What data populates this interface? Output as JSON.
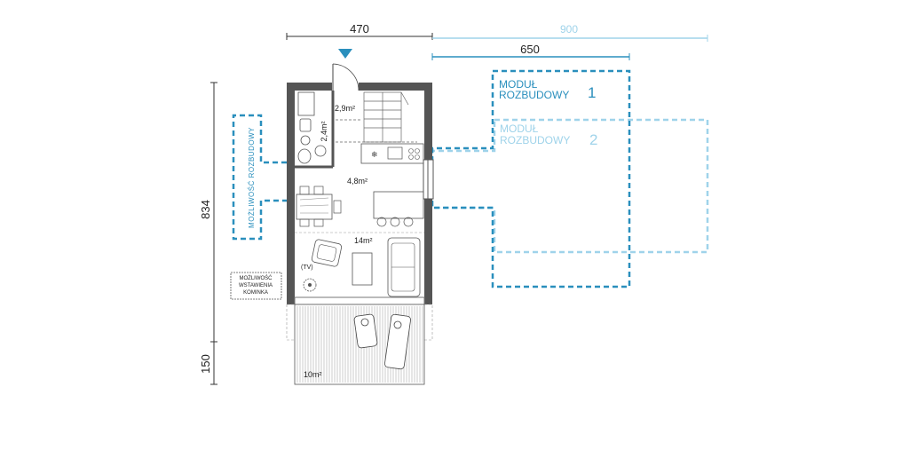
{
  "dimensions": {
    "width_top": "470",
    "width_module2": "900",
    "width_module1": "650",
    "height_total": "834",
    "height_terrace": "150"
  },
  "rooms": {
    "hall": "2,9m²",
    "bathroom": "2,4m²",
    "kitchen": "4,8m²",
    "living": "14m²",
    "terrace": "10m²",
    "tv": "(TV)"
  },
  "modules": {
    "module1_line1": "MODUŁ",
    "module1_line2": "ROZBUDOWY",
    "module1_number": "1",
    "module2_line1": "MODUŁ",
    "module2_line2": "ROZBUDOWY",
    "module2_number": "2",
    "side_possibility": "MOŻLIWOŚĆ ROZBUDOWY"
  },
  "fireplace_note": {
    "line1": "MOŻLIWOŚĆ",
    "line2": "WSTAWIENIA",
    "line3": "KOMINKA"
  },
  "colors": {
    "wall": "#555555",
    "module1": "#2a8fbd",
    "module2": "#9fd3ea",
    "entrance_marker": "#2a8fbd"
  }
}
